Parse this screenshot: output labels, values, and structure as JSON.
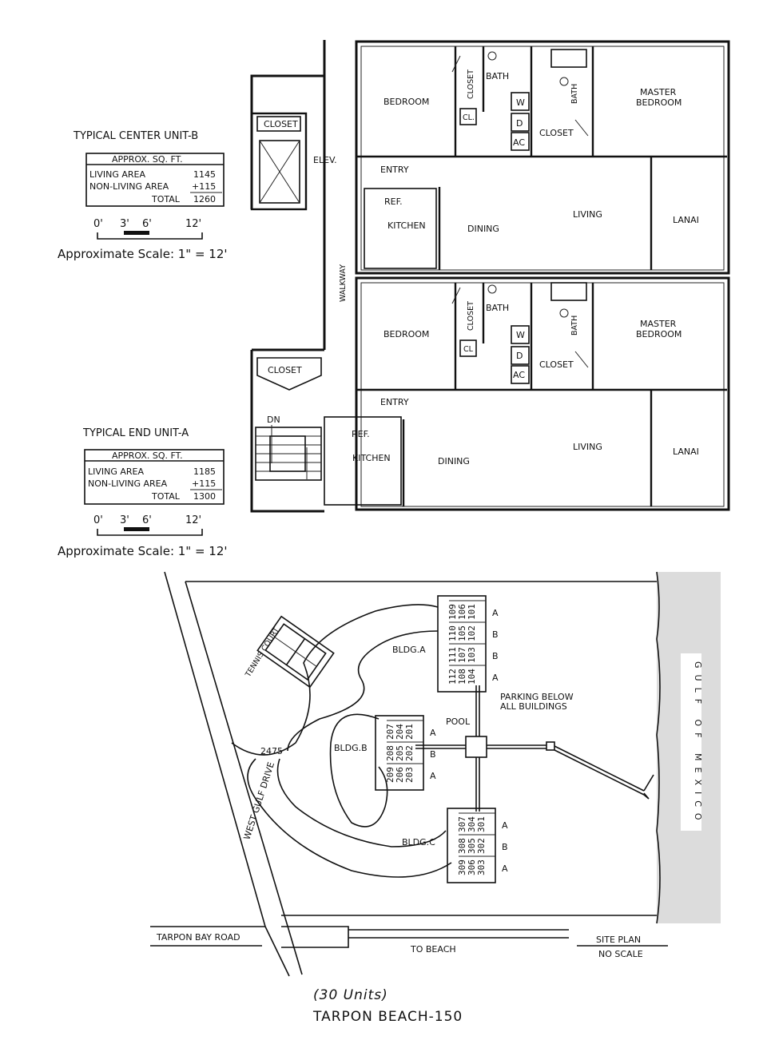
{
  "legend_b": {
    "title": "TYPICAL CENTER UNIT-B",
    "header": "APPROX. SQ. FT.",
    "living_label": "LIVING AREA",
    "living_val": "1145",
    "nonliving_label": "NON-LIVING AREA",
    "nonliving_val": "+115",
    "total_label": "TOTAL",
    "total_val": "1260",
    "scale_ticks": [
      "0'",
      "3'",
      "6'",
      "12'"
    ],
    "scale_text": "Approximate Scale: 1\" = 12'"
  },
  "legend_a": {
    "title": "TYPICAL END UNIT-A",
    "header": "APPROX. SQ. FT.",
    "living_label": "LIVING AREA",
    "living_val": "1185",
    "nonliving_label": "NON-LIVING AREA",
    "nonliving_val": "+115",
    "total_label": "TOTAL",
    "total_val": "1300",
    "scale_ticks": [
      "0'",
      "3'",
      "6'",
      "12'"
    ],
    "scale_text": "Approximate Scale: 1\" = 12'"
  },
  "floor": {
    "closet_top": "CLOSET",
    "elev": "ELEV.",
    "walkway": "WALKWAY",
    "closet_low": "CLOSET",
    "dn": "DN",
    "unit_b": {
      "bedroom": "BEDROOM",
      "closet": "CLOSET",
      "cl": "CL.",
      "bath1": "BATH",
      "bath2": "BATH",
      "w": "W",
      "d": "D",
      "ac": "AC",
      "closet2": "CLOSET",
      "master1": "MASTER",
      "master2": "BEDROOM",
      "entry": "ENTRY",
      "ref": "REF.",
      "kitchen": "KITCHEN",
      "dining": "DINING",
      "living": "LIVING",
      "lanai": "LANAI"
    },
    "unit_a": {
      "bedroom": "BEDROOM",
      "closet": "CLOSET",
      "cl": "CL",
      "bath1": "BATH",
      "bath2": "BATH",
      "w": "W",
      "d": "D",
      "ac": "AC",
      "closet2": "CLOSET",
      "master1": "MASTER",
      "master2": "BEDROOM",
      "entry": "ENTRY",
      "ref": "REF.",
      "kitchen": "KITCHEN",
      "dining": "DINING",
      "living": "LIVING",
      "lanai": "LANAI"
    }
  },
  "site": {
    "tennis": "TENNIS COURT",
    "bldg_a": "BLDG.A",
    "bldg_b": "BLDG.B",
    "bldg_c": "BLDG.C",
    "parking1": "PARKING BELOW",
    "parking2": "ALL BUILDINGS",
    "pool": "POOL",
    "address": "2475",
    "west_gulf": "WEST GULF DRIVE",
    "tarpon_bay": "TARPON BAY ROAD",
    "to_beach": "TO BEACH",
    "site_plan": "SITE PLAN",
    "no_scale": "NO SCALE",
    "gulf": "GULF OF MEXICO",
    "bldg_a_rows": [
      [
        "109",
        "106",
        "101"
      ],
      [
        "110",
        "105",
        "102"
      ],
      [
        "111",
        "107",
        "103"
      ],
      [
        "112",
        "108",
        "104"
      ]
    ],
    "bldg_a_types": [
      "A",
      "B",
      "B",
      "A"
    ],
    "bldg_b_rows": [
      [
        "207",
        "204",
        "201"
      ],
      [
        "208",
        "205",
        "202"
      ],
      [
        "209",
        "206",
        "203"
      ]
    ],
    "bldg_b_types": [
      "A",
      "B",
      "A"
    ],
    "bldg_c_rows": [
      [
        "307",
        "304",
        "301"
      ],
      [
        "308",
        "305",
        "302"
      ],
      [
        "309",
        "306",
        "303"
      ]
    ],
    "bldg_c_types": [
      "A",
      "B",
      "A"
    ]
  },
  "footer": {
    "units": "(30 Units)",
    "name": "TARPON BEACH-150"
  }
}
